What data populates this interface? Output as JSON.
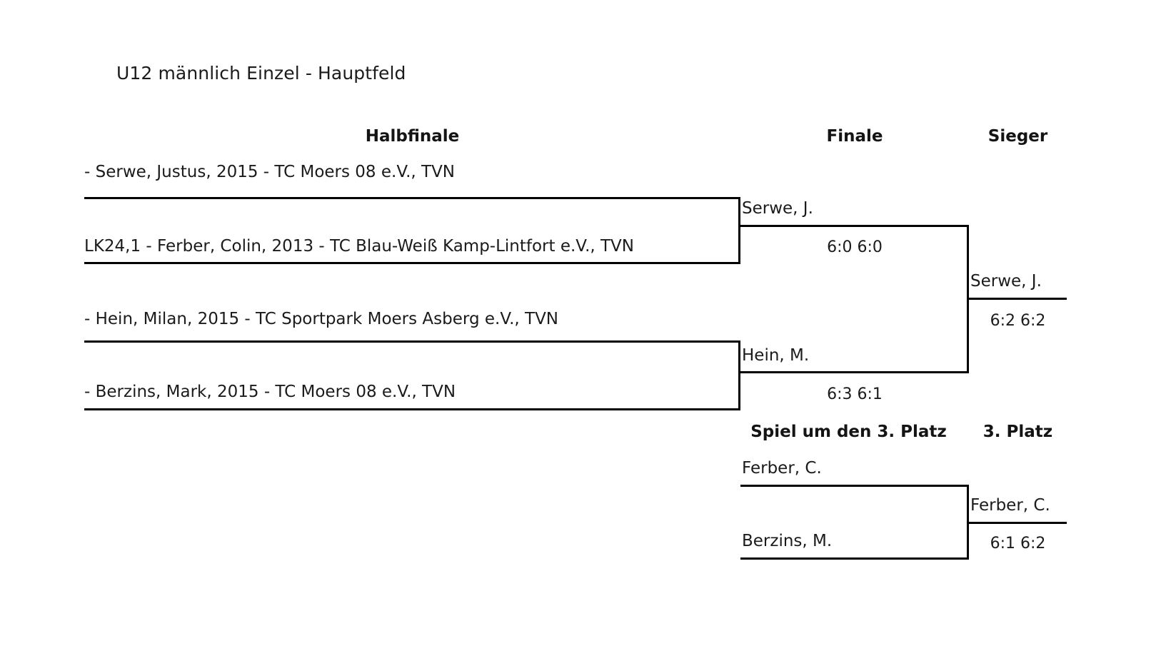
{
  "title": "U12 männlich Einzel - Hauptfeld",
  "headers": {
    "round1": "Halbfinale",
    "round2": "Finale",
    "winner": "Sieger",
    "third_place_match": "Spiel um den 3. Platz",
    "third_place": "3. Platz"
  },
  "round1": {
    "players": [
      "- Serwe, Justus, 2015 - TC Moers 08 e.V., TVN",
      "LK24,1 - Ferber, Colin, 2013 - TC Blau-Weiß Kamp-Lintfort e.V., TVN",
      "- Hein, Milan, 2015 - TC Sportpark Moers Asberg e.V., TVN",
      "- Berzins, Mark, 2015 - TC Moers 08 e.V., TVN"
    ]
  },
  "finale": {
    "matches": [
      {
        "player": "Serwe, J.",
        "score": "6:0 6:0"
      },
      {
        "player": "Hein, M.",
        "score": "6:3 6:1"
      }
    ]
  },
  "sieger": {
    "player": "Serwe, J.",
    "score": "6:2 6:2"
  },
  "third_place_match": {
    "players": [
      "Ferber, C.",
      "Berzins, M."
    ]
  },
  "third_place_result": {
    "player": "Ferber, C.",
    "score": "6:1 6:2"
  }
}
